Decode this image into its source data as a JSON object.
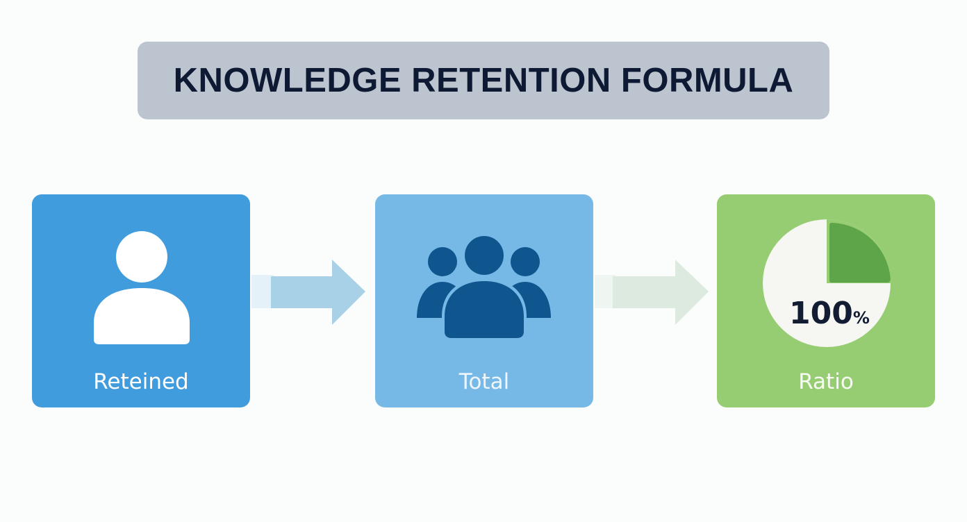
{
  "title": "KNOWLEDGE RETENTION FORMULA",
  "steps": [
    {
      "label": "Reteined",
      "icon": "person-icon",
      "color": "#409cdc"
    },
    {
      "label": "Total",
      "icon": "group-icon",
      "color": "#77b9e6"
    },
    {
      "label": "Ratio",
      "icon": "pie-chart-icon",
      "color": "#96cd72"
    }
  ],
  "ratio": {
    "value": "100",
    "unit": "%"
  },
  "colors": {
    "title_bg": "#bcc5cf",
    "title_text": "#0e1a33",
    "group_icon": "#0f568f",
    "pie_slice": "#5ea549",
    "pie_base": "#f6f6f2"
  }
}
